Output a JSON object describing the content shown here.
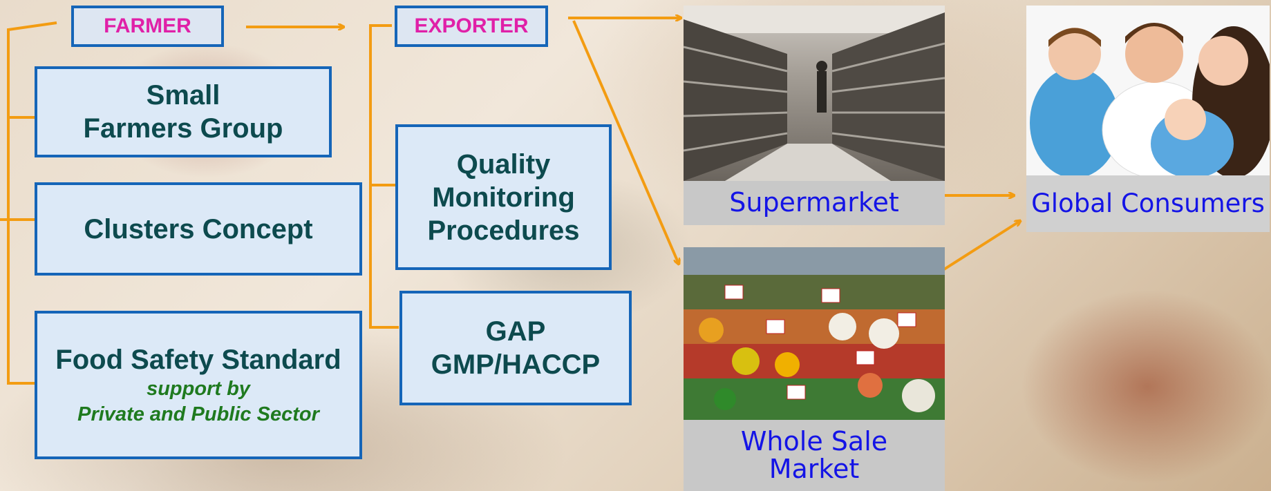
{
  "farmer": {
    "header": "FARMER",
    "small_farmers_line1": "Small",
    "small_farmers_line2": "Farmers Group",
    "clusters": "Clusters Concept",
    "food_safety_title": "Food Safety Standard",
    "food_safety_sub1": "support by",
    "food_safety_sub2": "Private and Public Sector"
  },
  "exporter": {
    "header": "EXPORTER",
    "quality_line1": "Quality",
    "quality_line2": "Monitoring",
    "quality_line3": "Procedures",
    "gap_line1": "GAP",
    "gap_line2": "GMP/HACCP"
  },
  "markets": {
    "supermarket": "Supermarket",
    "wholesale_line1": "Whole Sale",
    "wholesale_line2": "Market"
  },
  "consumers": {
    "label": "Global Consumers"
  },
  "colors": {
    "connector": "#f39c12",
    "box_border": "#1565b8",
    "box_fill": "#dce9f7",
    "header_text": "#e020a8",
    "caption_text": "#1414e6"
  }
}
